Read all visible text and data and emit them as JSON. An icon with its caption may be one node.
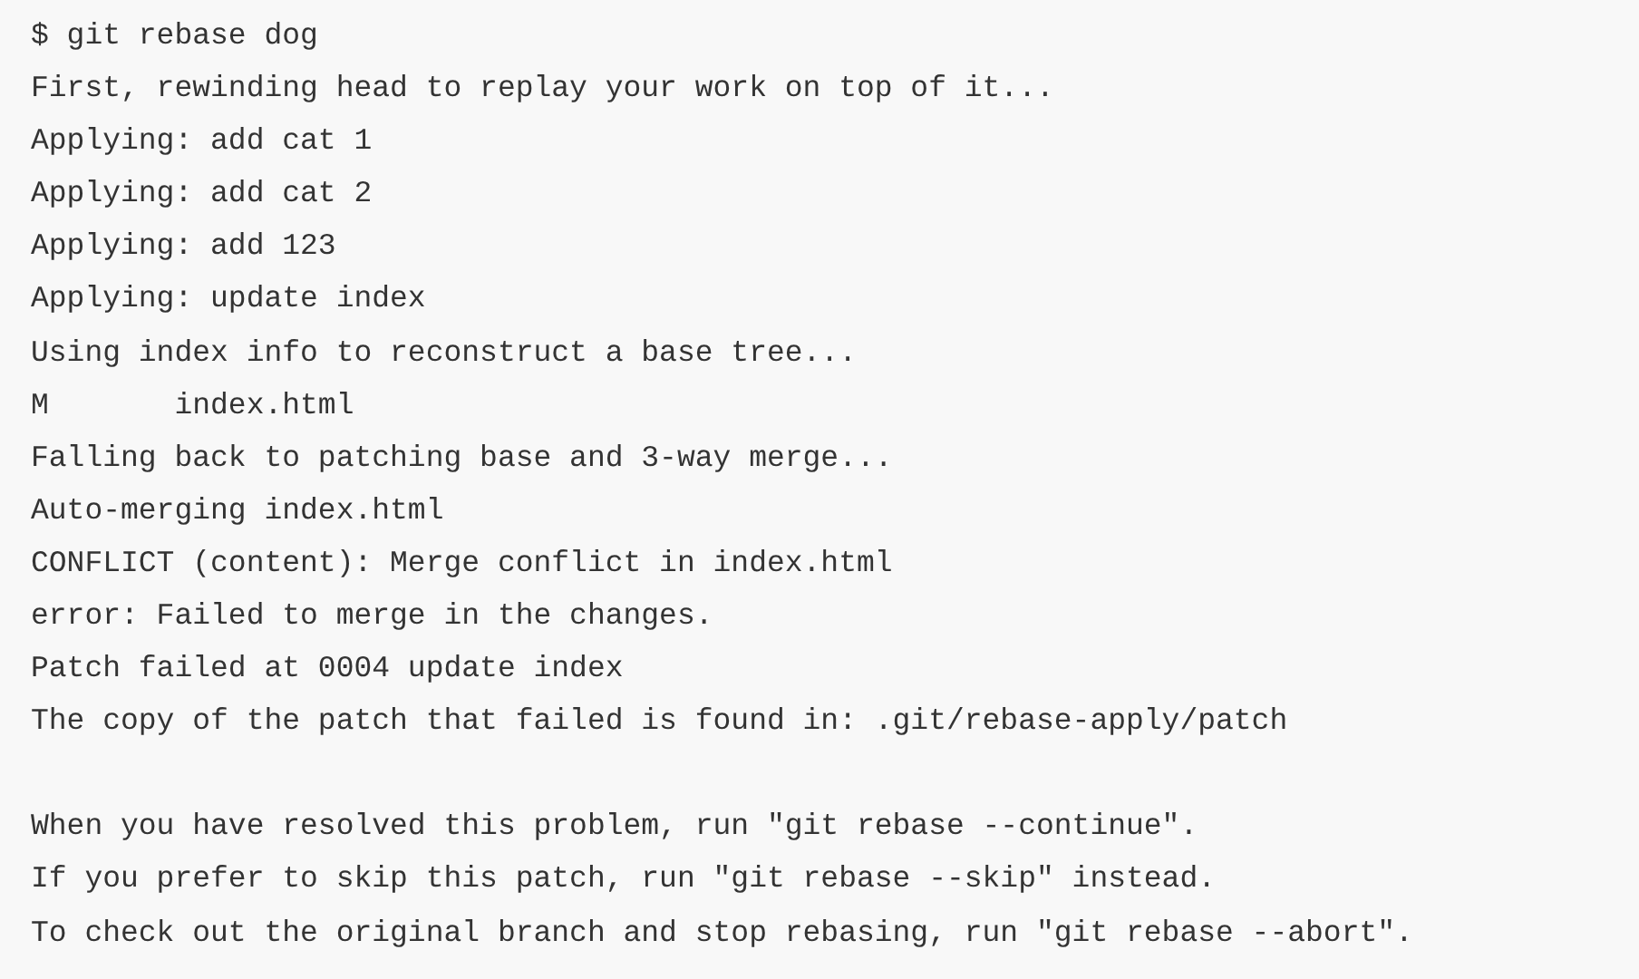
{
  "diagram": {
    "labels": [
      "$ git rebase dog",
      "First, rewinding head to replay your work on top of it...",
      "Applying: add cat 1",
      "Applying: add cat 2",
      "Applying: add 123",
      "Applying: update index",
      "Using index info to reconstruct a base tree...",
      "M\tindex.html",
      "Falling back to patching base and 3-way merge...",
      "Auto-merging index.html",
      "CONFLICT (content): Merge conflict in index.html",
      "error: Failed to merge in the changes.",
      "Patch failed at 0004 update index",
      "The copy of the patch that failed is found in: .git/rebase-apply/patch",
      "When you have resolved this problem, run \"git rebase --continue\".",
      "If you prefer to skip this patch, run \"git rebase --skip\" instead.",
      "To check out the original branch and stop rebasing, run \"git rebase --abort\"."
    ]
  }
}
